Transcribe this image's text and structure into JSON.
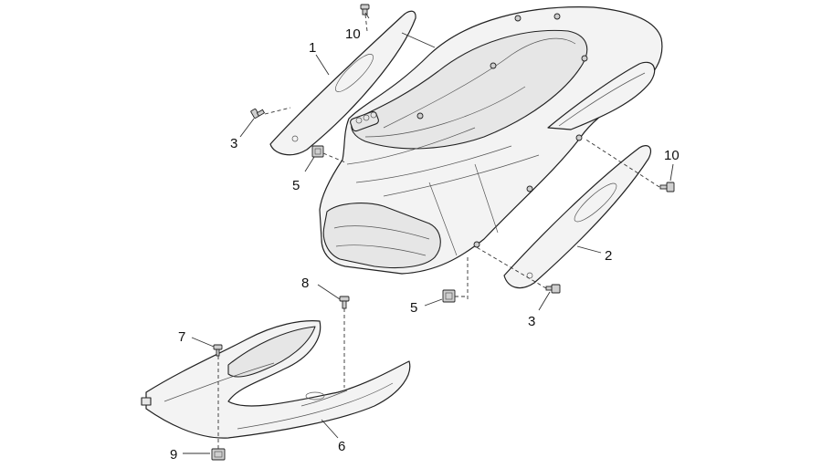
{
  "callouts": {
    "c1": "1",
    "c2": "2",
    "c3a": "3",
    "c3b": "3",
    "c5a": "5",
    "c5b": "5",
    "c6": "6",
    "c7": "7",
    "c8": "8",
    "c9": "9",
    "c10a": "10",
    "c10b": "10"
  }
}
